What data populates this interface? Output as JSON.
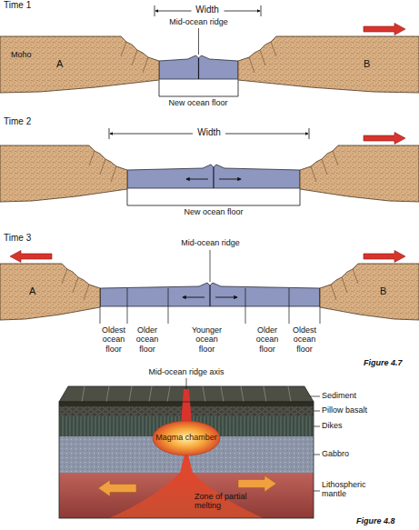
{
  "diagram": {
    "nodes": [
      {
        "text": [
          "A"
        ]
      },
      {
        "text": [
          "B"
        ]
      },
      {
        "text": [
          "A"
        ]
      },
      {
        "text": [
          "B"
        ]
      },
      {
        "text": [
          "Magma chamber"
        ]
      }
    ],
    "labels": [
      "Time 1",
      "Width",
      "Mid-ocean ridge",
      "Moho",
      "New ocean floor",
      "Time 2",
      "Width",
      "New ocean floor",
      "Time 3",
      "Mid-ocean ridge",
      "Oldest ocean floor",
      "Older ocean floor",
      "Younger ocean floor",
      "Older ocean floor",
      "Oldest ocean floor",
      "Figure 4.7",
      "Mid-ocean ridge axis",
      "Sediment",
      "Pillow basalt",
      "Dikes",
      "Gabbro",
      "Lithospheric mantle",
      "Zone of partial melting",
      "Figure 4.8"
    ]
  }
}
